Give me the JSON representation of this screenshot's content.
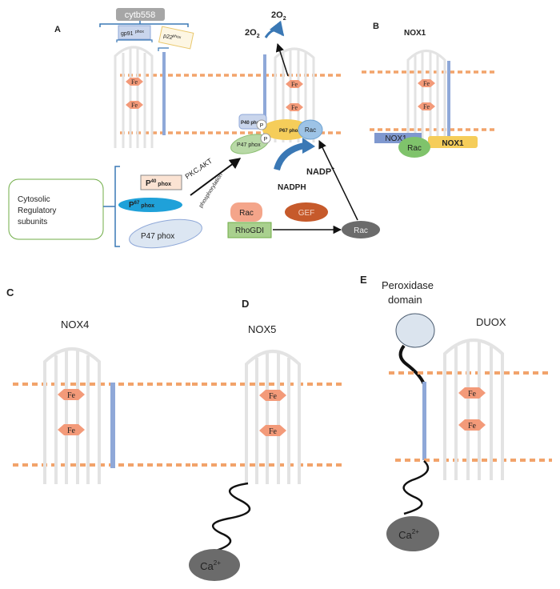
{
  "panels": {
    "A": "A",
    "B": "B",
    "C": "C",
    "D": "D",
    "E": "E"
  },
  "colors": {
    "membrane": "#f2a36b",
    "tm_helix": "#e3e3e3",
    "fe": "#f39a79",
    "blue_bar": "#8fa8d8",
    "rac": "#f4a58a",
    "gef": "#c65a2b",
    "rhogdi": "#a9d08e",
    "calcium": "#6b6b6b",
    "peroxidase": "#dbe4ee",
    "subunit_box": "#70ad47",
    "p67": "#1fa1d9",
    "p47": "#dce6f2",
    "p40": "#fbe3d3",
    "nox1_bar": "#7f98cf",
    "nox1_yellow": "#f5cd5a",
    "rac_green": "#7fc36b",
    "cytb": "#a6a6a6"
  },
  "panelA": {
    "cytb558": "cytb558",
    "gp91": "gp91",
    "gp91_sup": "phox",
    "p22": "p22",
    "p22_sup": "phox",
    "fe1": "Fe",
    "fe2": "Fe",
    "fe3": "Fe",
    "fe4": "Fe",
    "o2_left": "2O",
    "o2_left_sub": "2",
    "o2_top": "2O",
    "o2_top_sub": "2",
    "complex_p40": "P40 phox",
    "complex_p67": "P67 phox",
    "complex_p47": "P47 phox",
    "p_circle1": "P",
    "p_circle2": "P",
    "rac_complex": "Rac",
    "nadp": "NADP",
    "nadp_sup": "+",
    "nadph": "NADPH",
    "pkc": "PKC,AKT",
    "phosphorylation": "phosphorylation",
    "cytosolic_line1": "Cytosolic",
    "cytosolic_line2": "Regulatory",
    "cytosolic_line3": "subunits",
    "p40_main": "P",
    "p40_sup": "40",
    "p40_rest": " phox",
    "p67_main": "P",
    "p67_sup": "67",
    "p67_rest": " phox",
    "p47_label": "P47 phox",
    "rac_free": "Rac",
    "gef": "GEF",
    "rhogdi": "RhoGDI",
    "rac_gtp": "Rac"
  },
  "panelB": {
    "title": "NOX1",
    "fe1": "Fe",
    "fe2": "Fe",
    "nox1_bar": "NOX1",
    "rac": "Rac",
    "nox1_yellow": "NOX1"
  },
  "panelC": {
    "title": "NOX4",
    "fe1": "Fe",
    "fe2": "Fe"
  },
  "panelD": {
    "title": "NOX5",
    "fe1": "Fe",
    "fe2": "Fe",
    "calcium": "Ca",
    "calcium_sup": "2+"
  },
  "panelE": {
    "peroxidase_line1": "Peroxidase",
    "peroxidase_line2": "domain",
    "title": "DUOX",
    "fe1": "Fe",
    "fe2": "Fe",
    "calcium": "Ca",
    "calcium_sup": "2+"
  }
}
